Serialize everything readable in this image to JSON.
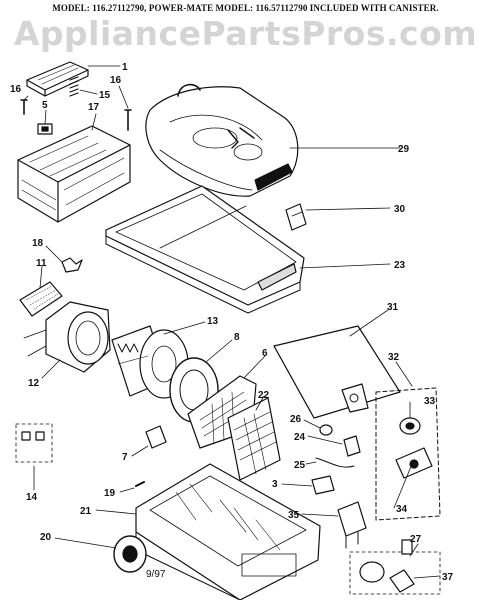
{
  "header": "MODEL: 116.27112790, POWER-MATE MODEL: 116.57112790 INCLUDED WITH CANISTER.",
  "watermark": "AppliancePartsPros.com",
  "date_code": "9/97",
  "callouts": [
    "1",
    "16",
    "16",
    "15",
    "5",
    "17",
    "29",
    "30",
    "23",
    "18",
    "11",
    "13",
    "8",
    "6",
    "31",
    "32",
    "33",
    "12",
    "22",
    "26",
    "24",
    "25",
    "3",
    "7",
    "14",
    "19",
    "21",
    "35",
    "34",
    "20",
    "27",
    "37"
  ]
}
